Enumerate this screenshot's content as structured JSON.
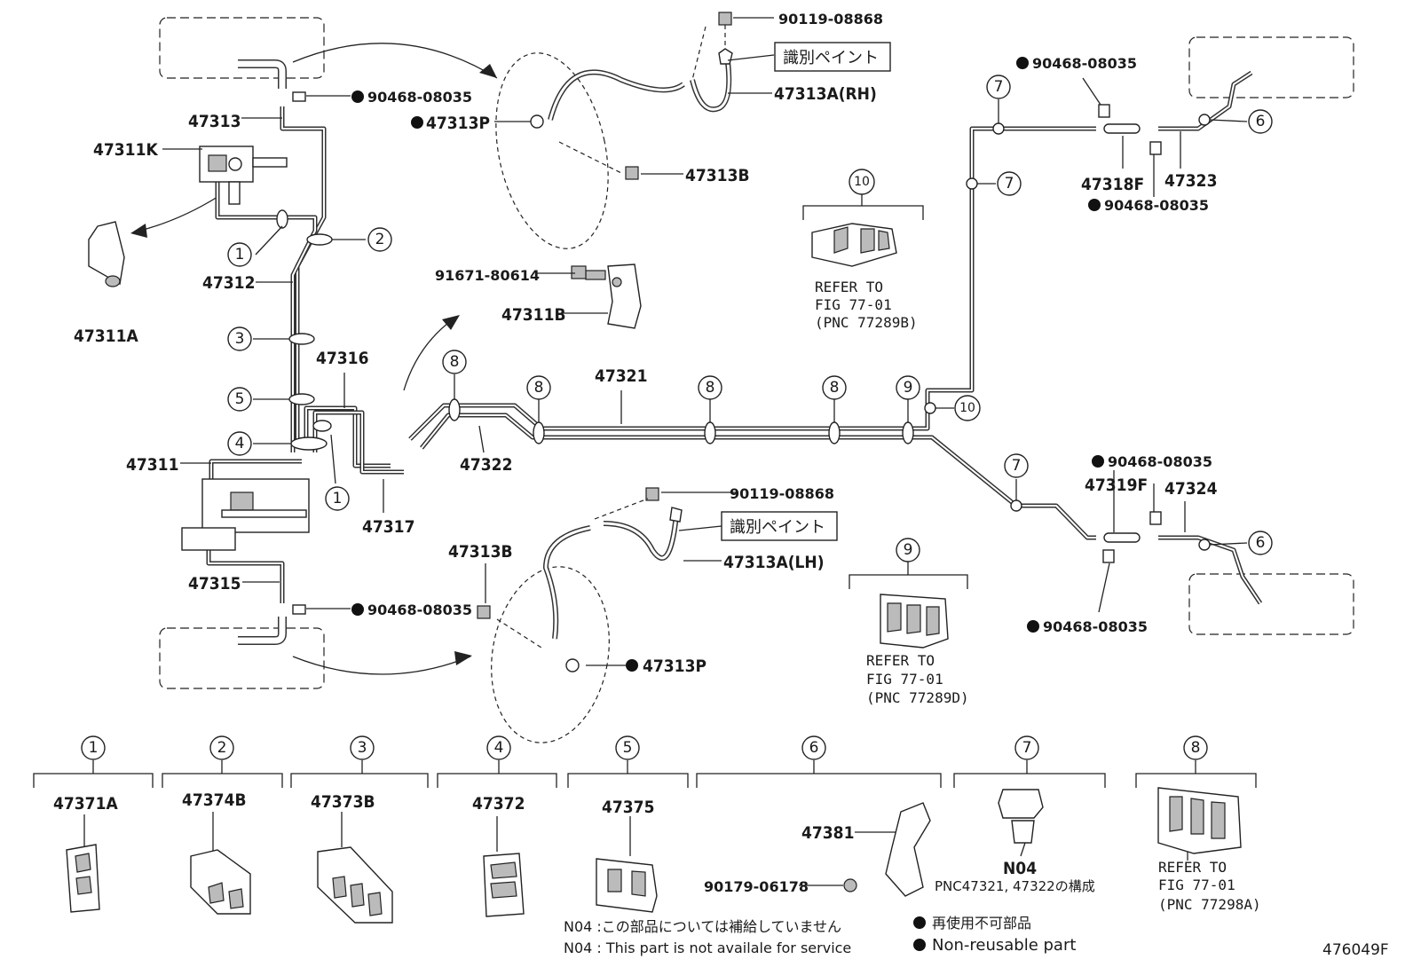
{
  "diagram_id": "476049F",
  "labels": {
    "l47313": "47313",
    "l47311K": "47311K",
    "l47311A": "47311A",
    "l47312": "47312",
    "l47316": "47316",
    "l47311": "47311",
    "l47315": "47315",
    "l47317": "47317",
    "l47322": "47322",
    "l47321": "47321",
    "l47311B": "47311B",
    "l91671": "91671-80614",
    "l90119a": "90119-08868",
    "l90119b": "90119-08868",
    "l47313ARH": "47313A(RH)",
    "l47313ALH": "47313A(LH)",
    "l47313Pa": "47313P",
    "l47313Pb": "47313P",
    "l47313Ba": "47313B",
    "l47313Bb": "47313B",
    "l90468a": "90468-08035",
    "l90468b": "90468-08035",
    "l90468c": "90468-08035",
    "l90468d": "90468-08035",
    "l90468e": "90468-08035",
    "l90468f": "90468-08035",
    "l47318F": "47318F",
    "l47323": "47323",
    "l47319F": "47319F",
    "l47324": "47324",
    "paint1": "識別ペイント",
    "paint2": "識別ペイント",
    "ref10a": "REFER TO",
    "ref10b": "FIG 77-01",
    "ref10c": "(PNC 77289B)",
    "ref9a": "REFER TO",
    "ref9b": "FIG 77-01",
    "ref9c": "(PNC 77289D)",
    "ref8a": "REFER TO",
    "ref8b": "FIG 77-01",
    "ref8c": "(PNC 77298A)",
    "b47371A": "47371A",
    "b47374B": "47374B",
    "b47373B": "47373B",
    "b47372": "47372",
    "b47375": "47375",
    "b47381": "47381",
    "b90179": "90179-06178",
    "bN04": "N04",
    "pnc_note": "PNC47321, 47322の構成",
    "note_ja": "N04 :この部品については補給していません",
    "note_en": "N04 : This part is not availale for service",
    "legend_ja": "再使用不可部品",
    "legend_en": "Non-reusable part"
  },
  "callouts": {
    "c1": "1",
    "c2": "2",
    "c3": "3",
    "c4": "4",
    "c5": "5",
    "c6": "6",
    "c7": "7",
    "c8": "8",
    "c9": "9",
    "c10": "10"
  }
}
